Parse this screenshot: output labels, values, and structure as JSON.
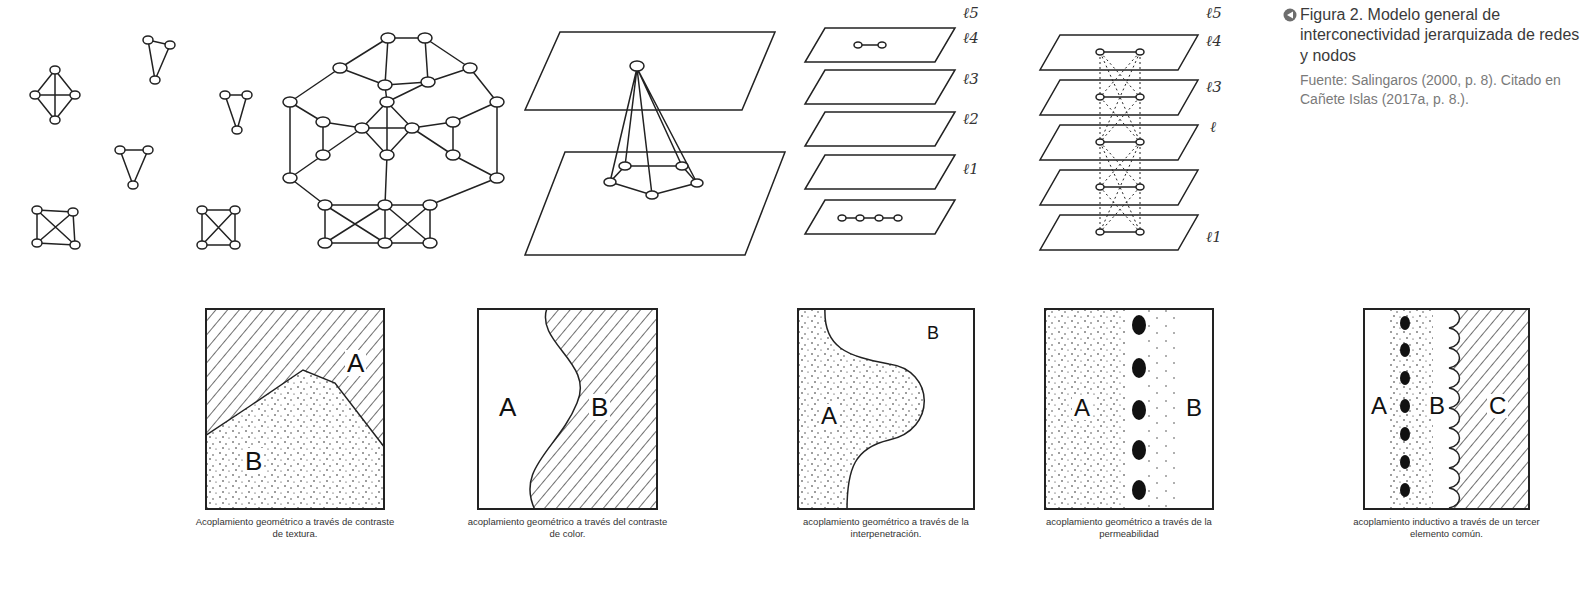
{
  "diagram": {
    "title": "Figura 2. Modelo general de interconectividad jerarquizada de redes y nodos",
    "caption": "Fuente: Salingaros (2000, p. 8). Citado en Cañete Islas (2017a, p. 8.).",
    "nodes": [
      {
        "text": [
          "A",
          "B",
          "Acoplamiento geométrico a través de contraste de textura."
        ]
      },
      {
        "text": [
          "A",
          "B",
          "acoplamiento geométrico a través del contraste de color."
        ]
      },
      {
        "text": [
          "A",
          "B",
          "acoplamiento geométrico a través de la interpenetración."
        ]
      },
      {
        "text": [
          "A",
          "B",
          "acoplamiento geométrico a través de la permeabilidad"
        ]
      },
      {
        "text": [
          "A",
          "B",
          "C",
          "acoplamiento inductivo a través de un tercer elemento común."
        ]
      }
    ],
    "labels": [
      "ℓ5",
      "ℓ4",
      "ℓ3",
      "ℓ2",
      "ℓ1",
      "ℓ5",
      "ℓ4",
      "ℓ3",
      "ℓ",
      "ℓ1"
    ]
  }
}
